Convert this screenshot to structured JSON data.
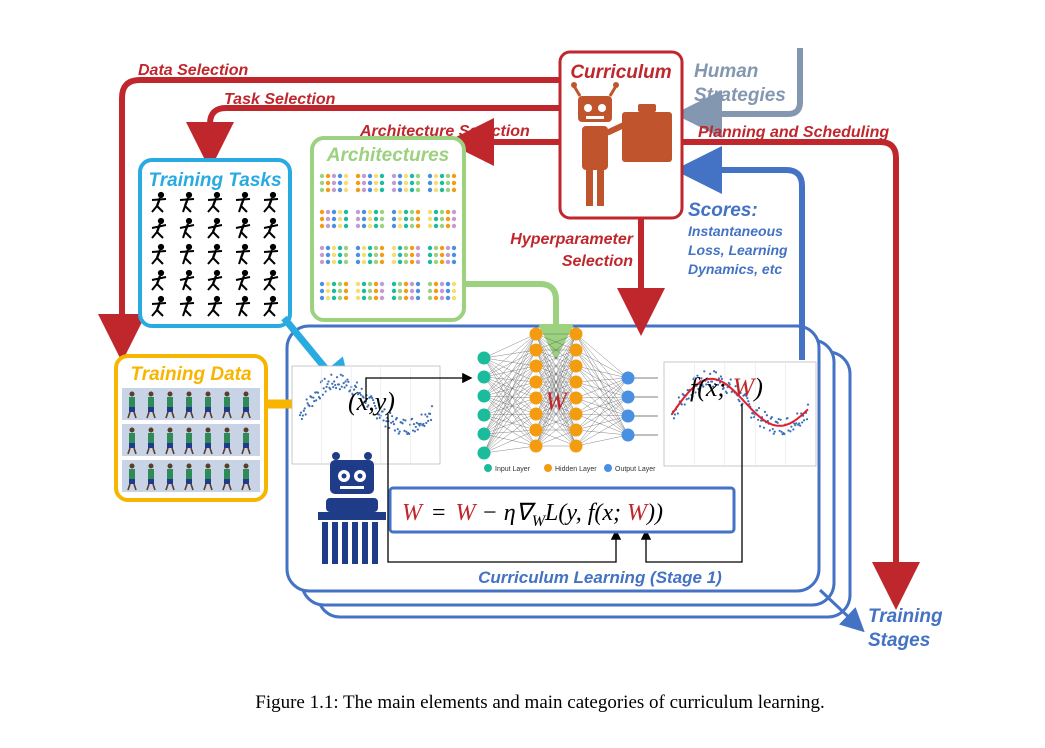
{
  "labels": {
    "data_selection": "Data Selection",
    "task_selection": "Task Selection",
    "architecture_selection": "Architecture Selection",
    "planning_scheduling": "Planning and Scheduling",
    "hyperparameter_line1": "Hyperparameter",
    "hyperparameter_line2": "Selection",
    "human_line1": "Human",
    "human_line2": "Strategies",
    "curriculum": "Curriculum",
    "architectures": "Architectures",
    "training_tasks": "Training Tasks",
    "training_data": "Training Data",
    "scores_title": "Scores:",
    "scores_line1": "Instantaneous",
    "scores_line2": "Loss, Learning",
    "scores_line3": "Dynamics, etc",
    "xy": "(x,y)",
    "weights": "W",
    "fx_prefix": "f(x; ",
    "fx_w": "W",
    "fx_suffix": ")",
    "update_w1": "W",
    "update_eq": "=",
    "update_w2": "W",
    "update_rest1": " − η∇",
    "update_sub": "W",
    "update_rest2": "L(y, f(x; ",
    "update_w3": "W",
    "update_rest3": "))",
    "stage_title": "Curriculum Learning (Stage 1)",
    "training_stages_line1": "Training",
    "training_stages_line2": "Stages",
    "legend_input": "Input Layer",
    "legend_hidden": "Hidden Layer",
    "legend_output": "Output Layer",
    "caption": "Figure 1.1: The main elements and main categories of curriculum learning."
  },
  "colors": {
    "red": "#c0272d",
    "blue": "#4472c4",
    "gray_blue": "#8497b0",
    "cyan": "#29abe2",
    "green": "#9bd17f",
    "gold": "#f7b500",
    "teal": "#1abc9c",
    "orange": "#f39c12",
    "navy": "#1f3c88",
    "robot": "#c0542d"
  },
  "icons": [
    "robot-icon",
    "teacher-robot-icon",
    "sport-pictograms",
    "runner-photo-strip",
    "neural-network",
    "regression-plot"
  ]
}
